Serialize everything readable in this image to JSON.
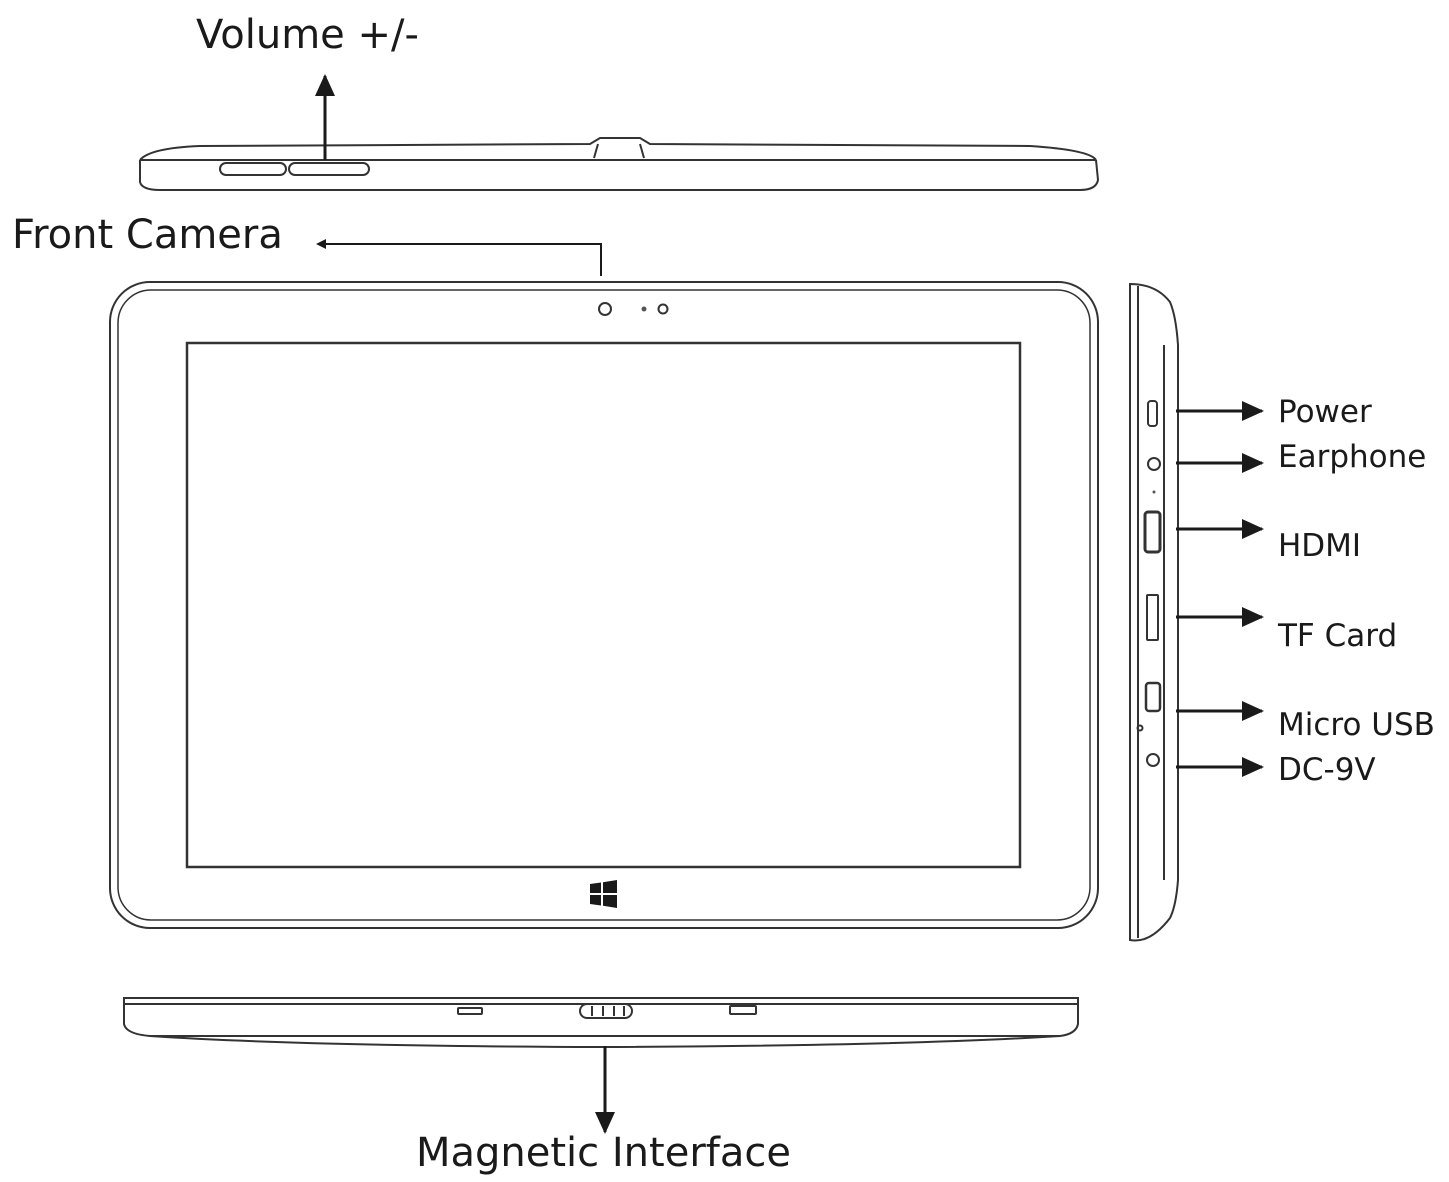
{
  "labels": {
    "volume": "Volume +/-",
    "front_camera": "Front Camera",
    "power": "Power",
    "earphone": "Earphone",
    "hdmi": "HDMI",
    "tf_card": "TF Card",
    "micro_usb": "Micro USB",
    "dc_9v": "DC-9V",
    "magnetic_interface": "Magnetic Interface"
  },
  "colors": {
    "line": "#2a2a2a",
    "text": "#1a1a1a",
    "background": "#ffffff"
  }
}
